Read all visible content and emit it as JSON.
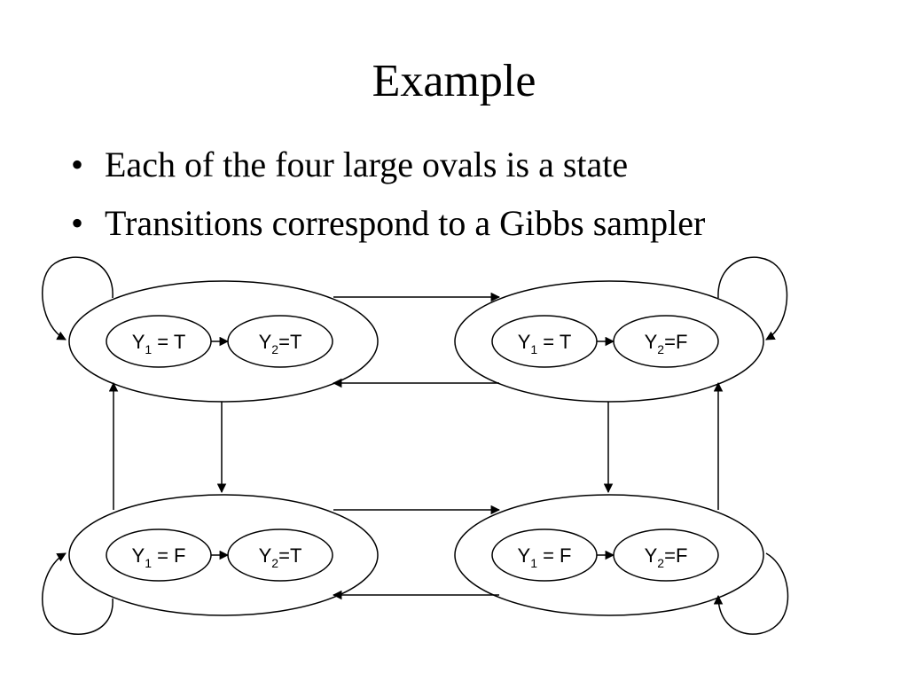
{
  "slide": {
    "title": "Example",
    "bullets": [
      "Each of the four large ovals is a state",
      "Transitions correspond to a Gibbs sampler"
    ]
  },
  "diagram": {
    "states": [
      {
        "name": "TT",
        "y1": "T",
        "y2": "T"
      },
      {
        "name": "TF",
        "y1": "T",
        "y2": "F"
      },
      {
        "name": "FT",
        "y1": "F",
        "y2": "T"
      },
      {
        "name": "FF",
        "y1": "F",
        "y2": "F"
      }
    ],
    "var1": "Y",
    "var1_sub": "1",
    "var2": "Y",
    "var2_sub": "2",
    "sep1": " = ",
    "sep2": "=",
    "line_color": "#000000"
  }
}
